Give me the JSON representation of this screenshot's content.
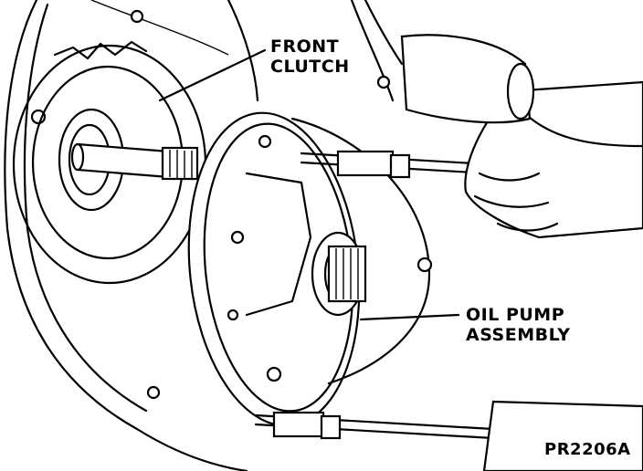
{
  "figure": {
    "labels": {
      "front_clutch": [
        "FRONT",
        "CLUTCH"
      ],
      "oil_pump": [
        "OIL PUMP",
        "ASSEMBLY"
      ],
      "figure_id": "PR2206A"
    },
    "ink_color": "#000000",
    "paper_color": "#ffffff"
  }
}
